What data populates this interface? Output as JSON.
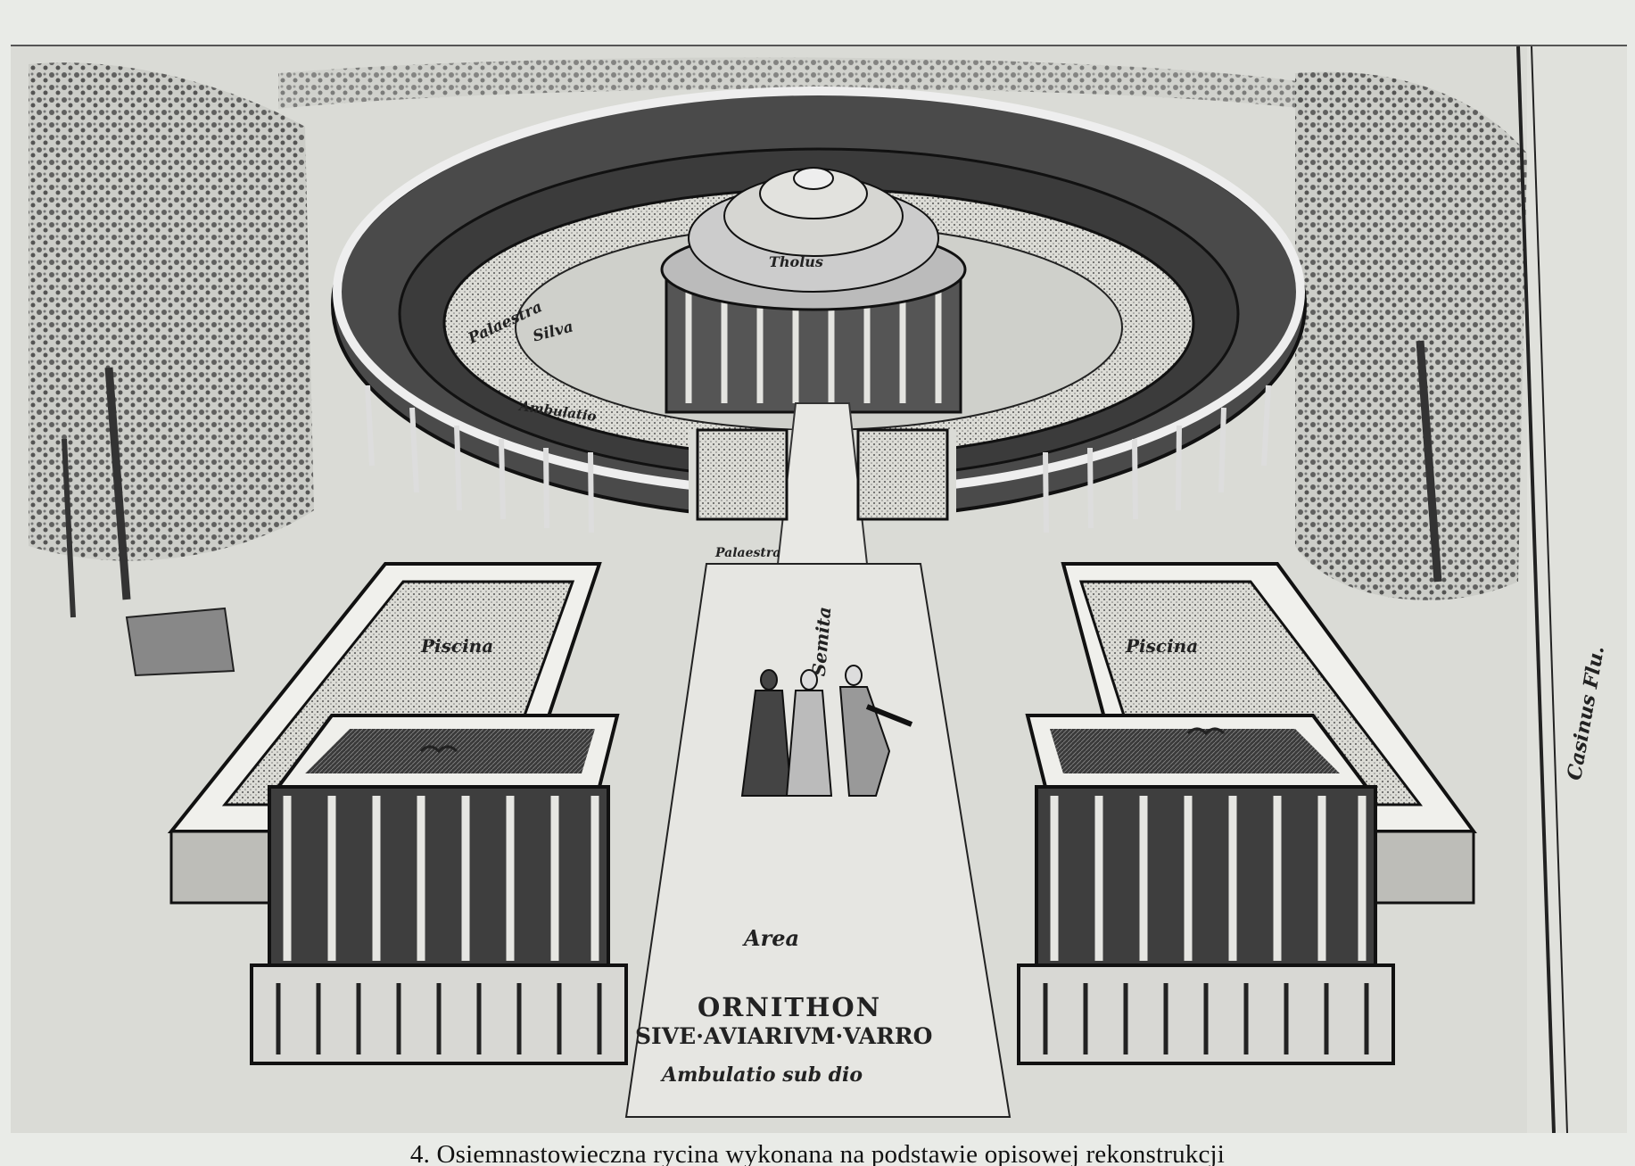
{
  "engraving": {
    "labels": {
      "palaestra_left": "Palaestra",
      "palaestra_left_lower": "Palaestra",
      "ambulatio_curved": "Ambulatio",
      "tholus": "Tholus",
      "silva": "Silva",
      "piscina_left": "Piscina",
      "piscina_right": "Piscina",
      "semita": "Semita",
      "area": "Area",
      "title_line1": "ORNITHON",
      "title_line2": "SIVE·AVIARIVM·VARRO",
      "ambulatio_sub_dio": "Ambulatio sub dio",
      "river": "Casinus Flu."
    }
  },
  "caption": "4. Osiemnastowieczna rycina wykonana na podstawie opisowej rekonstrukcji"
}
